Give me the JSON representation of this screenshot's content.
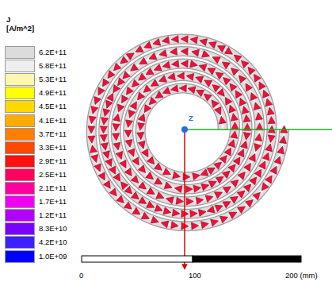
{
  "diagram": {
    "labels": [
      "J",
      "[A/m^2]",
      "Z",
      "0",
      "100",
      "200 (mm)"
    ],
    "legend": [
      {
        "text": "6.2E+11",
        "color": "#dcdcdc"
      },
      {
        "text": "5.8E+11",
        "color": "#eeeeee"
      },
      {
        "text": "5.3E+11",
        "color": "#fff6b0"
      },
      {
        "text": "4.9E+11",
        "color": "#ffff00"
      },
      {
        "text": "4.5E+11",
        "color": "#ffd800"
      },
      {
        "text": "4.1E+11",
        "color": "#ffac00"
      },
      {
        "text": "3.7E+11",
        "color": "#ff8000"
      },
      {
        "text": "3.3E+11",
        "color": "#ff4800"
      },
      {
        "text": "2.9E+11",
        "color": "#ff1010"
      },
      {
        "text": "2.5E+11",
        "color": "#ff0060"
      },
      {
        "text": "2.1E+11",
        "color": "#ff00a0"
      },
      {
        "text": "1.7E+11",
        "color": "#f000f0"
      },
      {
        "text": "1.2E+11",
        "color": "#b400ff"
      },
      {
        "text": "8.3E+10",
        "color": "#7a00ff"
      },
      {
        "text": "4.2E+10",
        "color": "#3c20ff"
      },
      {
        "text": "1.0E+09",
        "color": "#0000ff"
      }
    ]
  }
}
